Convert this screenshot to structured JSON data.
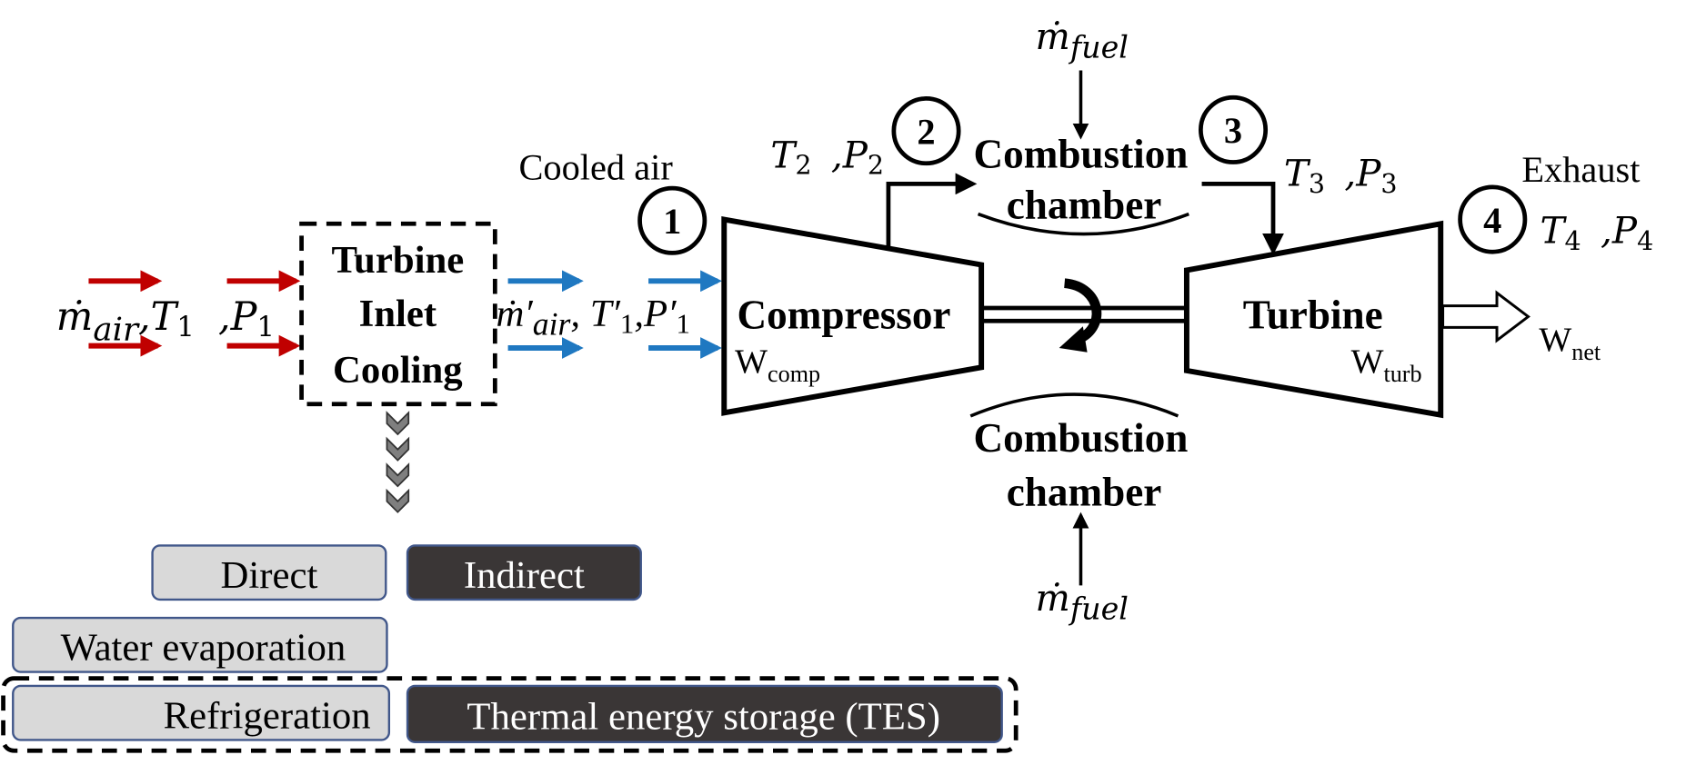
{
  "colors": {
    "hot_air": "#c00000",
    "cooled_air": "#1f78c1",
    "light_box": "#d9d9d9",
    "dark_box": "#3a3636",
    "box_border": "#41578a",
    "chevron": "#7f7f7f"
  },
  "inlet": {
    "mdot": "ṁ",
    "sub": "air",
    "T": "T",
    "T_sub": "1",
    "P": "P",
    "P_sub": "1"
  },
  "cooling_box": {
    "lines": [
      "Turbine",
      "Inlet",
      "Cooling"
    ]
  },
  "outlet": {
    "mdot": "ṁ′",
    "sub": "air",
    "T": "T′",
    "T_sub": "1",
    "P": "P′",
    "P_sub": "1"
  },
  "cooled_air_label": "Cooled air",
  "states": [
    "1",
    "2",
    "3",
    "4"
  ],
  "compressor": {
    "label": "Compressor",
    "work": "W",
    "work_sub": "comp"
  },
  "turbine": {
    "label": "Turbine",
    "work": "W",
    "work_sub": "turb"
  },
  "net_work": {
    "label": "W",
    "sub": "net"
  },
  "state2": {
    "T": "T",
    "T_sub": "2",
    "P": "P",
    "P_sub": "2"
  },
  "state3": {
    "T": "T",
    "T_sub": "3",
    "P": "P",
    "P_sub": "3"
  },
  "state4": {
    "T": "T",
    "T_sub": "4",
    "P": "P",
    "P_sub": "4"
  },
  "exhaust_label": "Exhaust",
  "combustion_top": {
    "line1": "Combustion",
    "line2": "chamber"
  },
  "combustion_bottom": {
    "line1": "Combustion",
    "line2": "chamber"
  },
  "fuel": {
    "mdot": "ṁ",
    "sub": "fuel"
  },
  "methods": {
    "direct": "Direct",
    "indirect": "Indirect",
    "water_evaporation": "Water evaporation",
    "refrigeration": "Refrigeration",
    "tes": "Thermal energy storage (TES)"
  }
}
